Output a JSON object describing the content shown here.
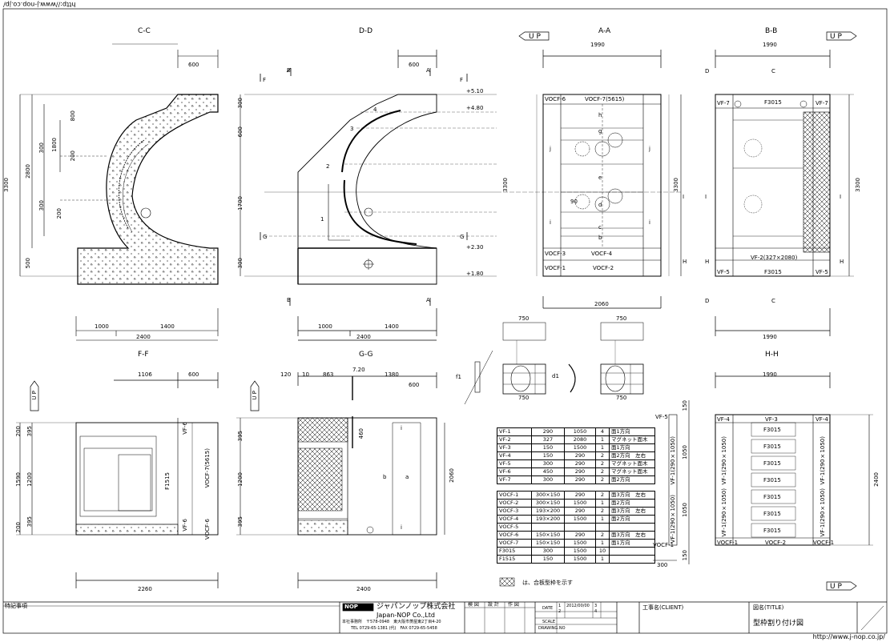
{
  "url_top": "http://www.j-nop.co.jp/",
  "url_bottom": "http://www.j-nop.co.jp/",
  "sections": {
    "cc": "C-C",
    "dd": "D-D",
    "aa": "A-A",
    "bb": "B-B",
    "ff": "F-F",
    "gg": "G-G",
    "hh": "H-H"
  },
  "up": "U P",
  "dims": {
    "d600": "600",
    "d1990": "1990",
    "d3300": "3300",
    "d2800": "2800",
    "d800": "800",
    "d300": "300",
    "d1800": "1800",
    "d200": "200",
    "d500": "500",
    "d1000": "1000",
    "d1400": "1400",
    "d2400": "2400",
    "d2060": "2060",
    "d1700": "1700",
    "d750": "750",
    "d1106": "1106",
    "d395": "395",
    "d1590": "1590",
    "d1200": "1200",
    "d2260": "2260",
    "d120": "120",
    "d10": "10",
    "d863": "863",
    "d720": "7.20",
    "d1380": "1380",
    "d460": "460",
    "d150": "150",
    "d1050": "1050",
    "d90": "90"
  },
  "levels": {
    "l510": "+5.10",
    "l480": "+4.80",
    "l230": "+2.30",
    "l180": "+1.80"
  },
  "markers": {
    "A": "A",
    "B": "B",
    "C": "C",
    "D": "D",
    "F": "F",
    "G": "G",
    "H": "H",
    "I": "I"
  },
  "circles": {
    "c1": "1",
    "c2": "2",
    "c3": "3",
    "c4": "4",
    "a": "a",
    "b": "b",
    "c": "c",
    "d": "d",
    "e": "e",
    "g": "g",
    "h": "h",
    "i": "i",
    "j": "j",
    "f1": "f1",
    "d1": "d1"
  },
  "panel_labels": {
    "vocf6": "VOCF-6",
    "vocf7": "VOCF-7(5615)",
    "vocf3": "VOCF-3",
    "vocf4": "VOCF-4",
    "vocf1": "VOCF-1",
    "vocf2": "VOCF-2",
    "vf7": "VF-7",
    "f3015": "F3015",
    "vf2": "VF-2(327×2080)",
    "vf5": "VF-5",
    "vf6": "VF-6",
    "vf4": "VF-4",
    "vf3": "VF-3",
    "vf1": "VF-1(290×1050)",
    "vf1b": "VF-1(290×1050)",
    "f1515": "F1515",
    "vf6b": "VF-6",
    "vocf7b": "VOCF-7(5615)",
    "vocf6b": "VOCF-6"
  },
  "table": {
    "rows": [
      [
        "VF-1",
        "290",
        "1050",
        "4",
        "面1方向"
      ],
      [
        "VF-2",
        "327",
        "2080",
        "1",
        "マグネット面木"
      ],
      [
        "VF-3",
        "150",
        "1500",
        "1",
        "面1方向"
      ],
      [
        "VF-4",
        "150",
        "290",
        "2",
        "面2方向　左右"
      ],
      [
        "VF-5",
        "300",
        "290",
        "2",
        "マグネット面木"
      ],
      [
        "VF-6",
        "450",
        "290",
        "2",
        "マグネット面木"
      ],
      [
        "VF-7",
        "300",
        "290",
        "2",
        "面2方向"
      ],
      [
        "",
        "",
        "",
        "",
        ""
      ],
      [
        "VOCF-1",
        "300×150",
        "290",
        "2",
        "面3方向　左右"
      ],
      [
        "VOCF-2",
        "300×150",
        "1500",
        "1",
        "面2方向"
      ],
      [
        "VOCF-3",
        "193×200",
        "290",
        "2",
        "面3方向　左右"
      ],
      [
        "VOCF-4",
        "193×200",
        "1500",
        "1",
        "面2方向"
      ],
      [
        "VOCF-5",
        "",
        "",
        "",
        ""
      ],
      [
        "VOCF-6",
        "150×150",
        "290",
        "2",
        "面3方向　左右"
      ],
      [
        "VOCF-7",
        "150×150",
        "1500",
        "1",
        "面1方向"
      ],
      [
        "F3015",
        "300",
        "1500",
        "10",
        ""
      ],
      [
        "F1515",
        "150",
        "1500",
        "1",
        ""
      ]
    ],
    "legend": "は、合板型枠を示す"
  },
  "title_block": {
    "notes_label": "特記事項",
    "company_jp": "ジャパンノップ株式会社",
    "company_en": "Japan-NOP Co.,Ltd",
    "logo": "NOP",
    "address": "本社事務所　〒578-0948　東大阪市菱屋東2丁目4-20",
    "tel": "TEL 0729-65-1381 (代)　FAX 0729-65-5458",
    "check": "検 図",
    "design": "設 計",
    "draw": "作 図",
    "date_label": "DATE",
    "date": "2012/00/00",
    "scale_label": "SCALE",
    "dwg_label": "DRAWING.NO",
    "rev1": "1",
    "rev2": "2",
    "rev3": "3",
    "rev4": "4",
    "client_label": "工事名(CLIENT)",
    "title_label": "図名(TITLE)",
    "title": "型枠割り付け図"
  }
}
